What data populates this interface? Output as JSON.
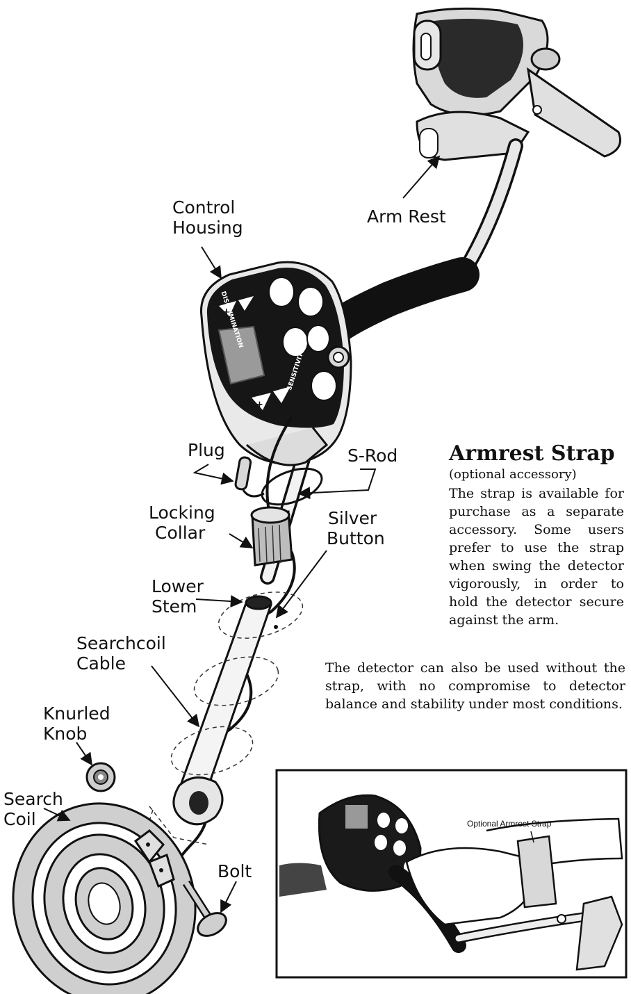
{
  "labels": {
    "arm_rest": "Arm Rest",
    "control_housing_1": "Control",
    "control_housing_2": "Housing",
    "plug": "Plug",
    "s_rod": "S-Rod",
    "locking_collar_1": "Locking",
    "locking_collar_2": "Collar",
    "silver_button_1": "Silver",
    "silver_button_2": "Button",
    "lower_stem_1": "Lower",
    "lower_stem_2": "Stem",
    "searchcoil_cable_1": "Searchcoil",
    "searchcoil_cable_2": "Cable",
    "knurled_knob_1": "Knurled",
    "knurled_knob_2": "Knob",
    "search_coil_1": "Search",
    "search_coil_2": "Coil",
    "bolt": "Bolt"
  },
  "panel_text": {
    "discrimination": "DISCRIMINATION",
    "sensitivity": "SENSITIVITY"
  },
  "armrest_strap": {
    "title": "Armrest Strap",
    "subtitle": "(optional accessory)",
    "body": "The strap is available for purchase as a separate accessory. Some users prefer to use the strap when swing the detector vigorously, in order to hold the detector secure against the arm.",
    "note": "The detector can also be used without the strap, with no compromise to detector balance and stability under most conditions."
  },
  "inset": {
    "caption": "Optional Armrest Strap"
  }
}
